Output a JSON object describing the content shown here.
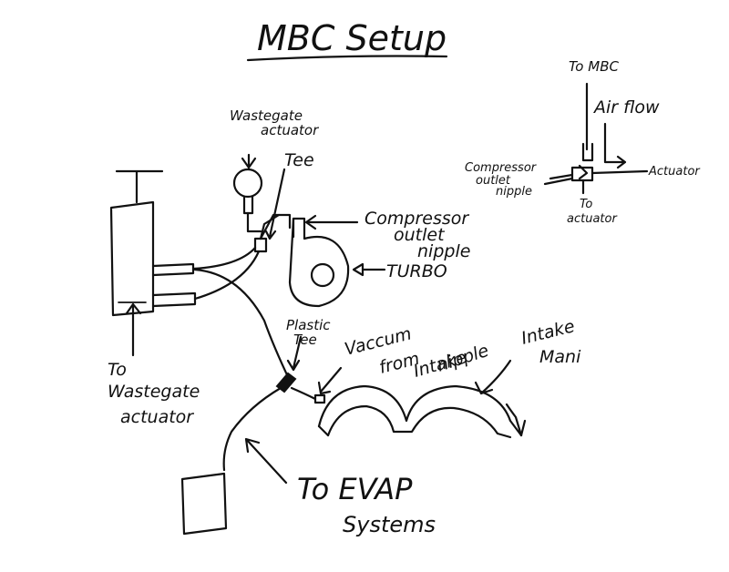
{
  "title": "MBC Setup",
  "labels": {
    "wastegate_actuator_line1": "Wastegate",
    "wastegate_actuator_line2": "actuator",
    "tee": "Tee",
    "compressor_line1": "Compressor",
    "compressor_line2": "outlet",
    "compressor_line3": "nipple",
    "turbo": "TURBO",
    "to_wastegate_line1": "To",
    "to_wastegate_line2": "Wastegate",
    "to_wastegate_line3": "actuator",
    "plastic_tee_line1": "Plastic",
    "plastic_tee_line2": "Tee",
    "vaccum_line1": "Vaccum",
    "vaccum_line2": "from",
    "vaccum_line3": "Intake",
    "vaccum_line4": "nipple",
    "intake_line1": "Intake",
    "intake_line2": "Mani",
    "to_evap_line1": "To EVAP",
    "to_evap_line2": "Systems"
  },
  "inset": {
    "to_mbc": "To MBC",
    "air_flow": "Air flow",
    "compressor_line1": "Compressor",
    "compressor_line2": "outlet",
    "compressor_line3": "nipple",
    "actuator": "Actuator",
    "to_actuator_line1": "To",
    "to_actuator_line2": "actuator"
  }
}
